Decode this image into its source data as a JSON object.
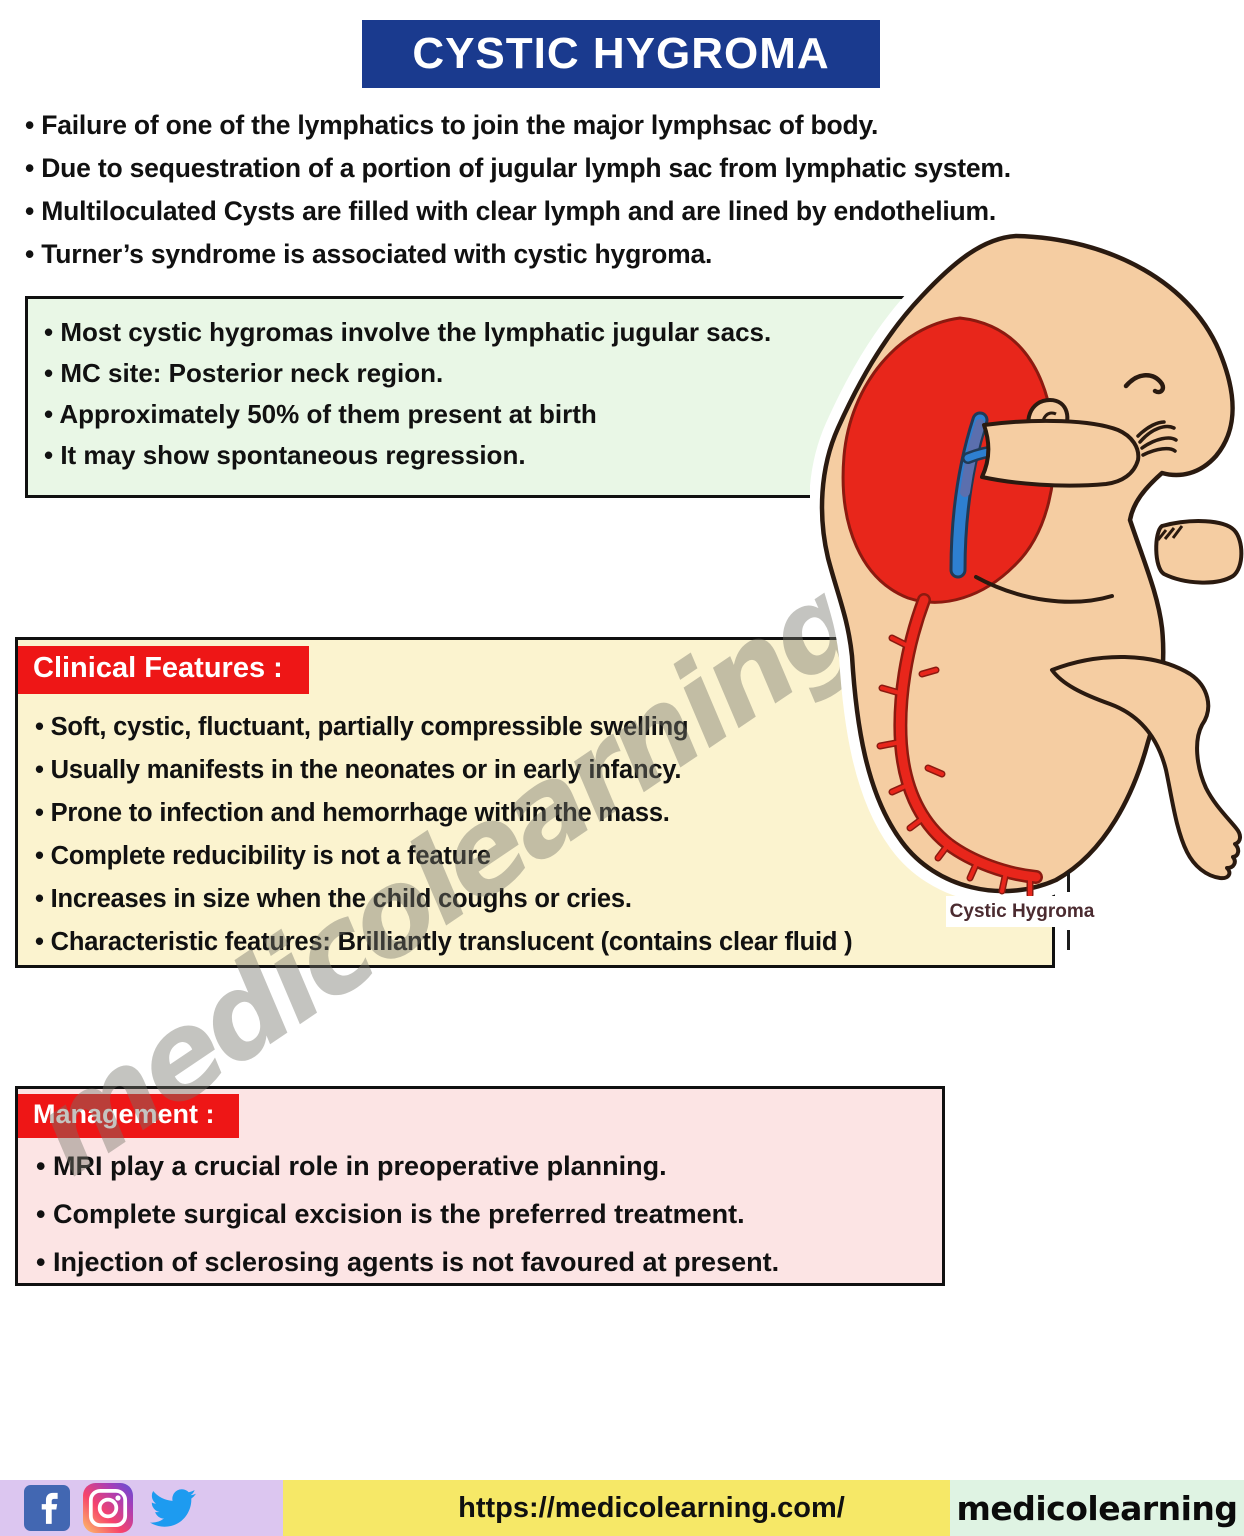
{
  "title": {
    "text": "CYSTIC HYGROMA",
    "bg": "#1a3a8e",
    "color": "#ffffff"
  },
  "intro": {
    "bullets": [
      "• Failure of one of the lymphatics to join the major lymphsac of  body.",
      "• Due to sequestration of a portion of jugular lymph sac from lymphatic system.",
      "• Multiloculated  Cysts are filled with clear lymph and are lined by endothelium.",
      "• Turner’s syndrome is associated with cystic hygroma."
    ]
  },
  "overview_box": {
    "bg": "#e9f7e6",
    "bullets": [
      "• Most cystic hygromas involve the lymphatic jugular sacs.",
      "• MC site: Posterior neck region.",
      "• Approximately 50% of them present at birth",
      "• It may show spontaneous regression."
    ]
  },
  "clinical": {
    "header": "Clinical Features :",
    "header_bg": "#ee1616",
    "bg": "#fbf3cf",
    "bullets": [
      "• Soft, cystic, fluctuant, partially compressible swelling",
      "• Usually manifests in the neonates or in early infancy.",
      "• Prone to infection and hemorrhage within the mass.",
      "• Complete reducibility is not a feature",
      "• Increases in size when the child coughs or cries.",
      "• Characteristic features: Brilliantly translucent (contains clear fluid )"
    ]
  },
  "management": {
    "header": "Management :",
    "header_bg": "#ee1616",
    "bg": "#fce4e4",
    "bullets": [
      "• MRI play a crucial role in preoperative planning.",
      "• Complete surgical excision is the preferred treatment.",
      "•  Injection of sclerosing agents is not favoured at present."
    ]
  },
  "figure": {
    "caption": "Cystic Hygroma",
    "skin_color": "#f5cda2",
    "mass_color": "#e8261b",
    "vessel_color": "#2e7fd0"
  },
  "watermark": {
    "text": "medicolearning"
  },
  "footer": {
    "social_icons": [
      "facebook-icon",
      "instagram-icon",
      "twitter-icon"
    ],
    "url": "https://medicolearning.com/",
    "brand": "medicolearning",
    "left_bg": "#dcc6f0",
    "mid_bg": "#f6e867",
    "right_bg": "#dff3e3"
  }
}
